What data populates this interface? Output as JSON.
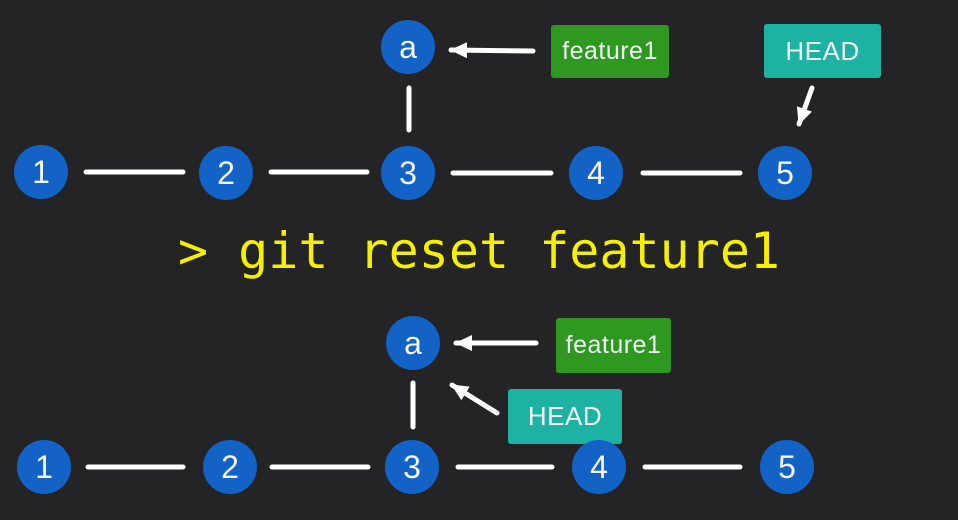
{
  "command": {
    "text": "> git reset feature1"
  },
  "colors": {
    "background": "#242427",
    "commit_node_blue": "#1363c6",
    "feature_tag_green": "#2f9820",
    "head_tag_teal": "#1eb2a2",
    "command_text_yellow": "#f5ef02",
    "connector_white": "#ffffff"
  },
  "diagram_before": {
    "commits": [
      "1",
      "2",
      "3",
      "4",
      "5"
    ],
    "branch_commit": "a",
    "feature_tag_label": "feature1",
    "head_tag_label": "HEAD",
    "feature_arrow_points_to": "a",
    "head_arrow_points_to": "5"
  },
  "diagram_after": {
    "commits": [
      "1",
      "2",
      "3",
      "4",
      "5"
    ],
    "branch_commit": "a",
    "feature_tag_label": "feature1",
    "head_tag_label": "HEAD",
    "feature_arrow_points_to": "a",
    "head_arrow_points_to": "a"
  }
}
